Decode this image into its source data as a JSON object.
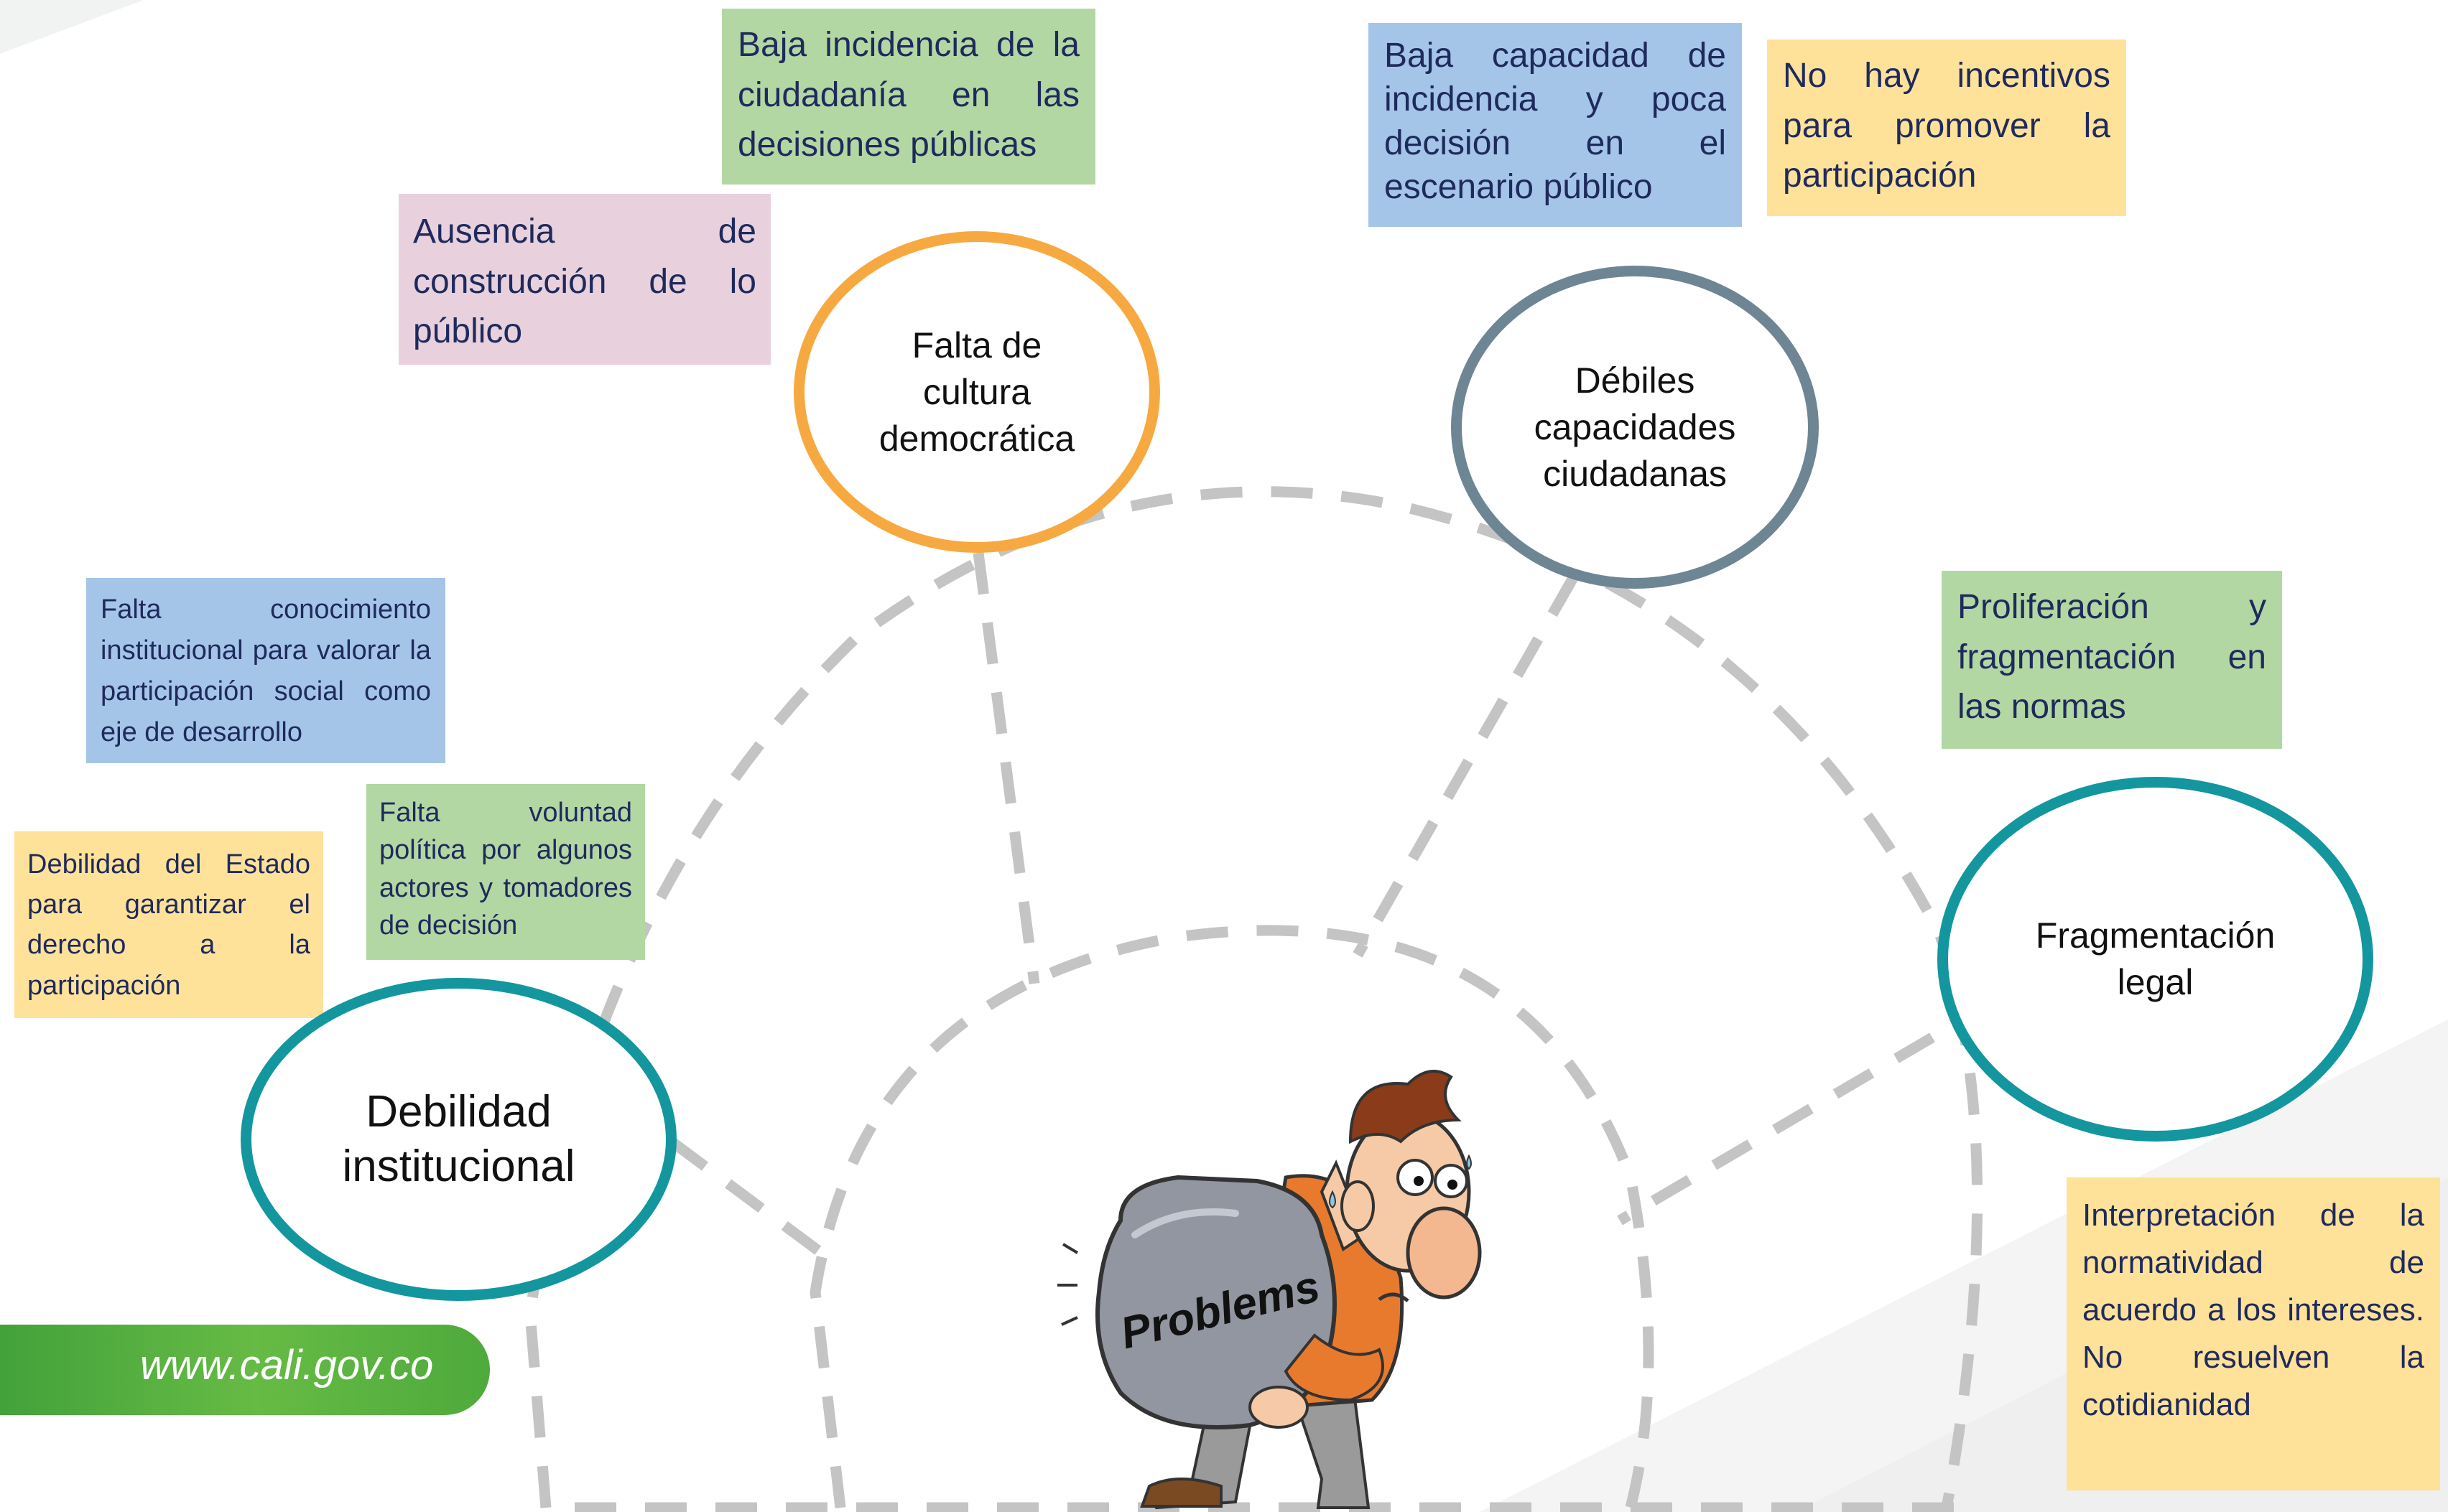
{
  "colors": {
    "pink": "#e8d1dd",
    "green": "#b3d7a3",
    "blue": "#a4c5e8",
    "yellow": "#ffe29a",
    "orange_ring": "#f7a941",
    "slate_ring": "#6e8594",
    "teal_ring": "#14969e",
    "dash": "#c4c4c4",
    "text_dark_blue": "#1f2a5c"
  },
  "circles": {
    "cultura": "Falta de cultura democrática",
    "capacidades": "Débiles capacidades ciudadanas",
    "fragmentacion": "Fragmentación legal",
    "debilidad": "Debilidad institucional"
  },
  "boxes": {
    "incidencia_ciudadania": "Baja incidencia de la ciudadanía en las decisiones públicas",
    "ausencia_construccion": "Ausencia de construcción de lo público",
    "baja_capacidad": "Baja capacidad de incidencia y poca decisión en el escenario público",
    "no_incentivos": "No hay incentivos para promover la participación",
    "proliferacion": "Proliferación y fragmentación en las normas",
    "falta_conocimiento": "Falta conocimiento institucional para valorar la participación social como eje de desarrollo",
    "falta_voluntad": "Falta voluntad política por algunos actores y tomadores de decisión",
    "debilidad_estado": "Debilidad del Estado para garantizar el derecho a la participación",
    "interpretacion": "Interpretación de la normatividad de acuerdo a los intereses. No resuelven la cotidianidad"
  },
  "illustration": {
    "icon": "man-carrying-problems-rock-icon",
    "rock_label": "Problems"
  },
  "footer": {
    "url": "www.cali.gov.co"
  }
}
